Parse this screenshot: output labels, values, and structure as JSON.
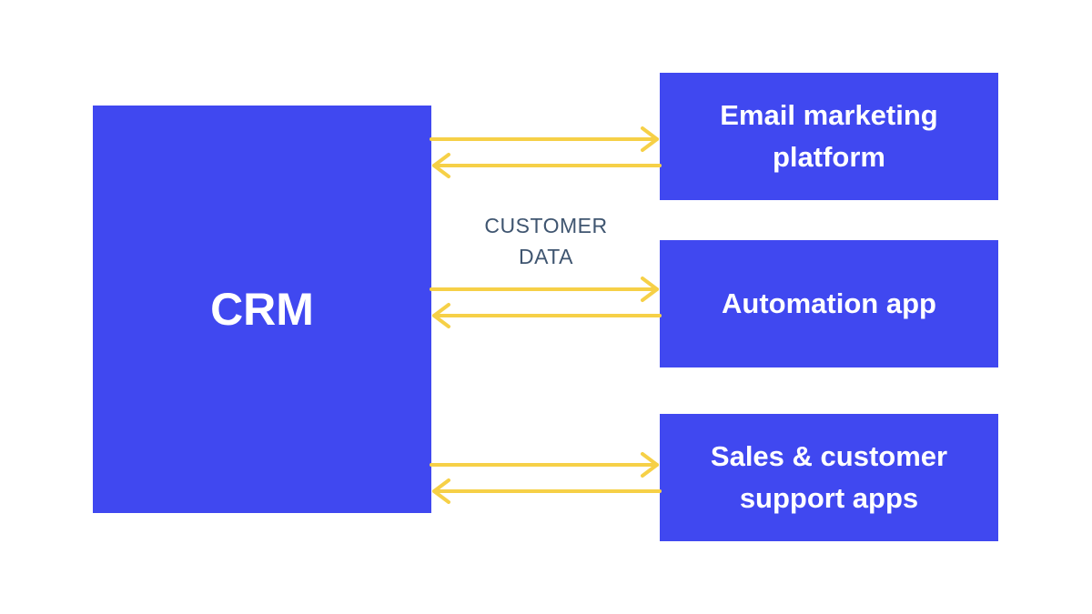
{
  "crm": {
    "label": "CRM"
  },
  "targets": [
    {
      "line1": "Email marketing",
      "line2": "platform"
    },
    {
      "line1": "Automation app",
      "line2": ""
    },
    {
      "line1": "Sales & customer",
      "line2": "support apps"
    }
  ],
  "flow_label": {
    "line1": "CUSTOMER",
    "line2": "DATA"
  },
  "colors": {
    "box": "#4048f0",
    "box_text": "#ffffff",
    "arrow": "#f6d047",
    "label": "#3f5570",
    "background": "#ffffff"
  }
}
